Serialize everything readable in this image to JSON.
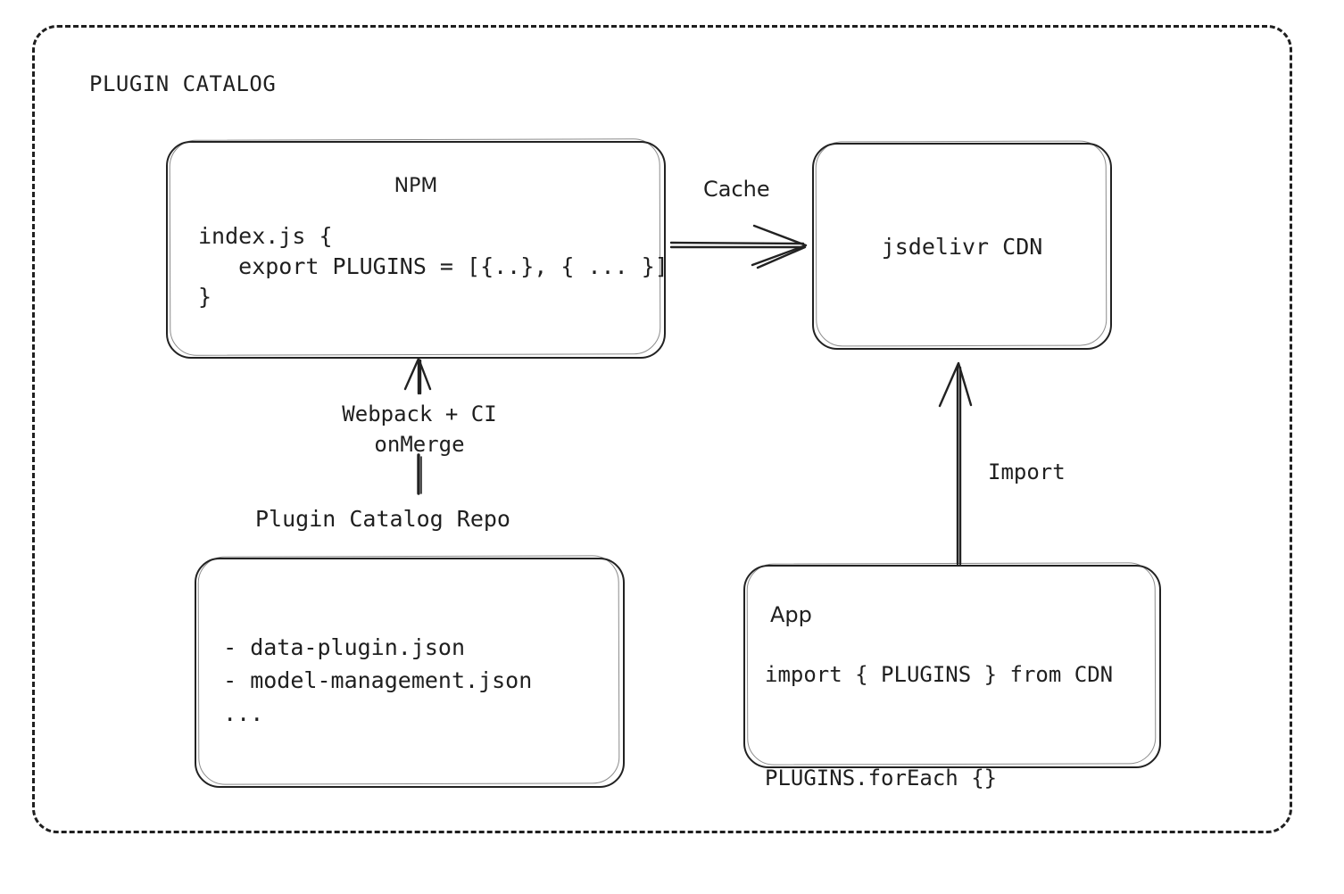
{
  "diagram": {
    "title": "PLUGIN CATALOG",
    "nodes": {
      "npm": {
        "title": "NPM",
        "code": "index.js {\n   export PLUGINS = [{..}, { ... }]\n}"
      },
      "cdn": {
        "label": "jsdelivr CDN"
      },
      "repo": {
        "caption": "Plugin Catalog Repo",
        "items": "  - data-plugin.json\n  - model-management.json\n  ..."
      },
      "app": {
        "title": "App",
        "code": "import { PLUGINS } from CDN\n\nPLUGINS.forEach {}"
      }
    },
    "edges": {
      "cache": "Cache",
      "import": "Import",
      "build": "Webpack + CI\nonMerge"
    },
    "colors": {
      "stroke": "#222222",
      "text": "#1f1f1f",
      "background": "#ffffff"
    }
  }
}
